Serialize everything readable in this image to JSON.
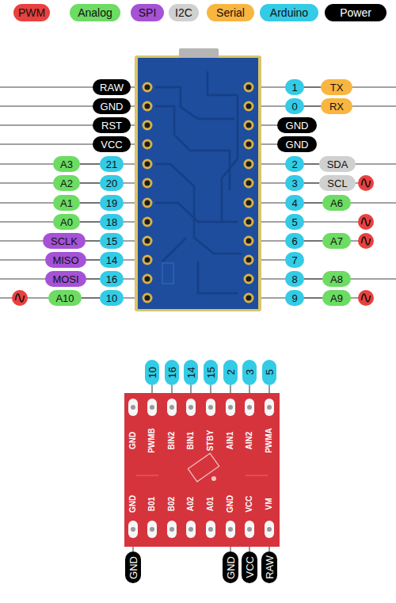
{
  "diagram": {
    "nodes": [
      {
        "text": [
          "RAW"
        ]
      },
      {
        "text": [
          "1"
        ]
      },
      {
        "text": [
          "TX"
        ]
      },
      {
        "text": [
          "GND"
        ]
      },
      {
        "text": [
          "0"
        ]
      },
      {
        "text": [
          "RX"
        ]
      },
      {
        "text": [
          "RST"
        ]
      },
      {
        "text": [
          "GND"
        ]
      },
      {
        "text": [
          "VCC"
        ]
      },
      {
        "text": [
          "GND"
        ]
      },
      {
        "text": [
          "A3"
        ]
      },
      {
        "text": [
          "21"
        ]
      },
      {
        "text": [
          "2"
        ]
      },
      {
        "text": [
          "SDA"
        ]
      },
      {
        "text": [
          "A2"
        ]
      },
      {
        "text": [
          "20"
        ]
      },
      {
        "text": [
          "3"
        ]
      },
      {
        "text": [
          "SCL"
        ]
      },
      {
        "text": [
          "A1"
        ]
      },
      {
        "text": [
          "19"
        ]
      },
      {
        "text": [
          "4"
        ]
      },
      {
        "text": [
          "A6"
        ]
      },
      {
        "text": [
          "A0"
        ]
      },
      {
        "text": [
          "18"
        ]
      },
      {
        "text": [
          "5"
        ]
      },
      {
        "text": [
          "SCLK"
        ]
      },
      {
        "text": [
          "15"
        ]
      },
      {
        "text": [
          "6"
        ]
      },
      {
        "text": [
          "A7"
        ]
      },
      {
        "text": [
          "MISO"
        ]
      },
      {
        "text": [
          "14"
        ]
      },
      {
        "text": [
          "7"
        ]
      },
      {
        "text": [
          "MOSI"
        ]
      },
      {
        "text": [
          "16"
        ]
      },
      {
        "text": [
          "8"
        ]
      },
      {
        "text": [
          "A8"
        ]
      },
      {
        "text": [
          "A10"
        ]
      },
      {
        "text": [
          "10"
        ]
      },
      {
        "text": [
          "9"
        ]
      },
      {
        "text": [
          "A9"
        ]
      },
      {
        "text": [
          "10"
        ]
      },
      {
        "text": [
          "16"
        ]
      },
      {
        "text": [
          "14"
        ]
      },
      {
        "text": [
          "15"
        ]
      },
      {
        "text": [
          "2"
        ]
      },
      {
        "text": [
          "3"
        ]
      },
      {
        "text": [
          "5"
        ]
      },
      {
        "text": [
          "GND"
        ]
      },
      {
        "text": [
          "GND"
        ]
      },
      {
        "text": [
          "VCC"
        ]
      },
      {
        "text": [
          "RAW"
        ]
      }
    ],
    "edges": [
      {
        "from": 1,
        "to": 2,
        "arrow": "none"
      },
      {
        "from": 4,
        "to": 5,
        "arrow": "none"
      },
      {
        "from": 10,
        "to": 11,
        "arrow": "none"
      },
      {
        "from": 12,
        "to": 13,
        "arrow": "none"
      },
      {
        "from": 14,
        "to": 15,
        "arrow": "none"
      },
      {
        "from": 16,
        "to": 17,
        "arrow": "none"
      },
      {
        "from": 18,
        "to": 19,
        "arrow": "none"
      },
      {
        "from": 20,
        "to": 21,
        "arrow": "none"
      },
      {
        "from": 22,
        "to": 23,
        "arrow": "none"
      },
      {
        "from": 25,
        "to": 26,
        "arrow": "none"
      },
      {
        "from": 27,
        "to": 28,
        "arrow": "none"
      },
      {
        "from": 29,
        "to": 30,
        "arrow": "none"
      },
      {
        "from": 32,
        "to": 33,
        "arrow": "none"
      },
      {
        "from": 34,
        "to": 35,
        "arrow": "none"
      },
      {
        "from": 36,
        "to": 37,
        "arrow": "none"
      },
      {
        "from": 38,
        "to": 39,
        "arrow": "none"
      }
    ],
    "labels": [
      "GND",
      "PWMB",
      "BIN2",
      "BIN1",
      "STBY",
      "AIN1",
      "AIN2",
      "PWMA",
      "GND",
      "B01",
      "B02",
      "A02",
      "A01",
      "GND",
      "VCC",
      "VM"
    ],
    "legend": [
      {
        "text": "PWM",
        "color": "#e8413f"
      },
      {
        "text": "Analog",
        "color": "#6cdc63"
      },
      {
        "text": "SPI",
        "color": "#a552d6"
      },
      {
        "text": "I2C",
        "color": "#d0d0d0"
      },
      {
        "text": "Serial",
        "color": "#f8b540"
      },
      {
        "text": "Arduino",
        "color": "#33cbe6"
      },
      {
        "text": "Power",
        "color": "#000000"
      }
    ]
  }
}
